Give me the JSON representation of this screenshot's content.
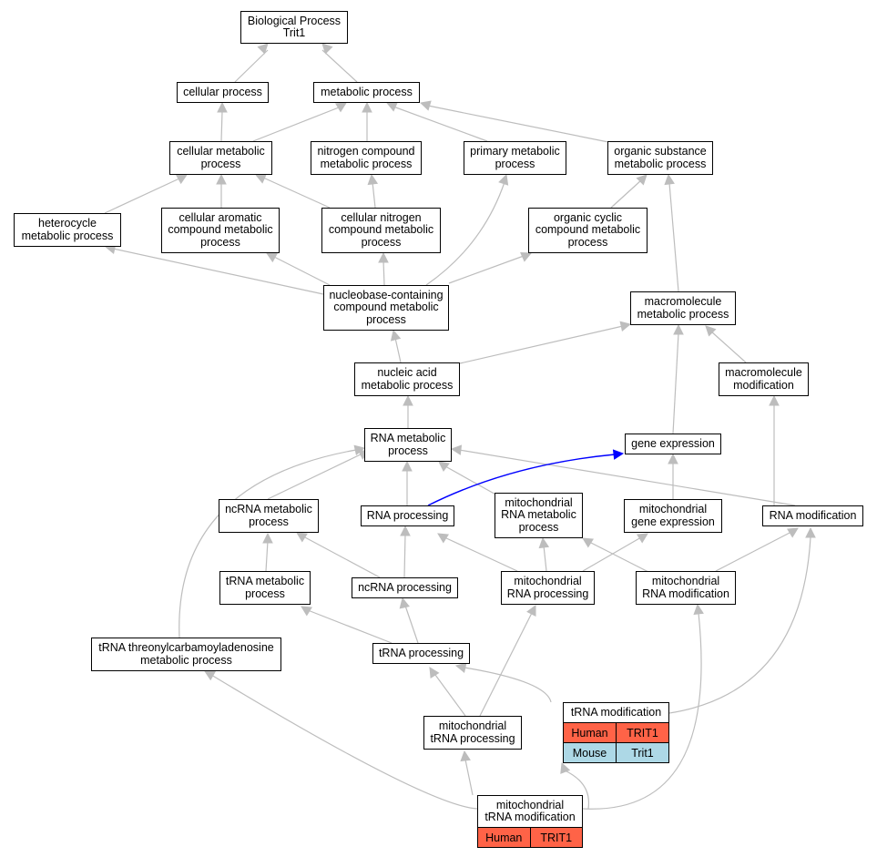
{
  "nodes": {
    "bp": "Biological Process\nTrit1",
    "cellular_process": "cellular process",
    "metabolic_process": "metabolic process",
    "cellular_metabolic": "cellular metabolic\nprocess",
    "nitrogen_compound": "nitrogen compound\nmetabolic process",
    "primary_metabolic": "primary metabolic\nprocess",
    "organic_substance": "organic substance\nmetabolic process",
    "heterocycle": "heterocycle\nmetabolic process",
    "cellular_aromatic": "cellular aromatic\ncompound metabolic\nprocess",
    "cellular_nitrogen": "cellular nitrogen\ncompound metabolic\nprocess",
    "organic_cyclic": "organic cyclic\ncompound metabolic\nprocess",
    "nucleobase": "nucleobase-containing\ncompound metabolic\nprocess",
    "macromolecule_metabolic": "macromolecule\nmetabolic process",
    "nucleic_acid": "nucleic acid\nmetabolic process",
    "macromolecule_modification": "macromolecule\nmodification",
    "rna_metabolic": "RNA metabolic\nprocess",
    "gene_expression": "gene expression",
    "ncrna_metabolic": "ncRNA metabolic\nprocess",
    "rna_processing": "RNA processing",
    "mito_rna_metabolic": "mitochondrial\nRNA metabolic\nprocess",
    "mito_gene_expression": "mitochondrial\ngene expression",
    "rna_modification": "RNA modification",
    "trna_metabolic": "tRNA metabolic\nprocess",
    "ncrna_processing": "ncRNA processing",
    "mito_rna_processing": "mitochondrial\nRNA processing",
    "mito_rna_modification": "mitochondrial\nRNA modification",
    "trna_threonyl": "tRNA threonylcarbamoyladenosine\nmetabolic process",
    "trna_processing": "tRNA processing",
    "trna_modification": "tRNA modification",
    "mito_trna_processing": "mitochondrial\ntRNA processing",
    "mito_trna_modification": "mitochondrial\ntRNA modification"
  },
  "orthologs": {
    "trna_modification": [
      {
        "species": "Human",
        "gene": "TRIT1"
      },
      {
        "species": "Mouse",
        "gene": "Trit1"
      }
    ],
    "mito_trna_modification": [
      {
        "species": "Human",
        "gene": "TRIT1"
      }
    ]
  },
  "colors": {
    "human": "#ff6347",
    "mouse": "#add8e6",
    "edge": "#bdbdbd",
    "highlight_edge": "#0000ff"
  }
}
